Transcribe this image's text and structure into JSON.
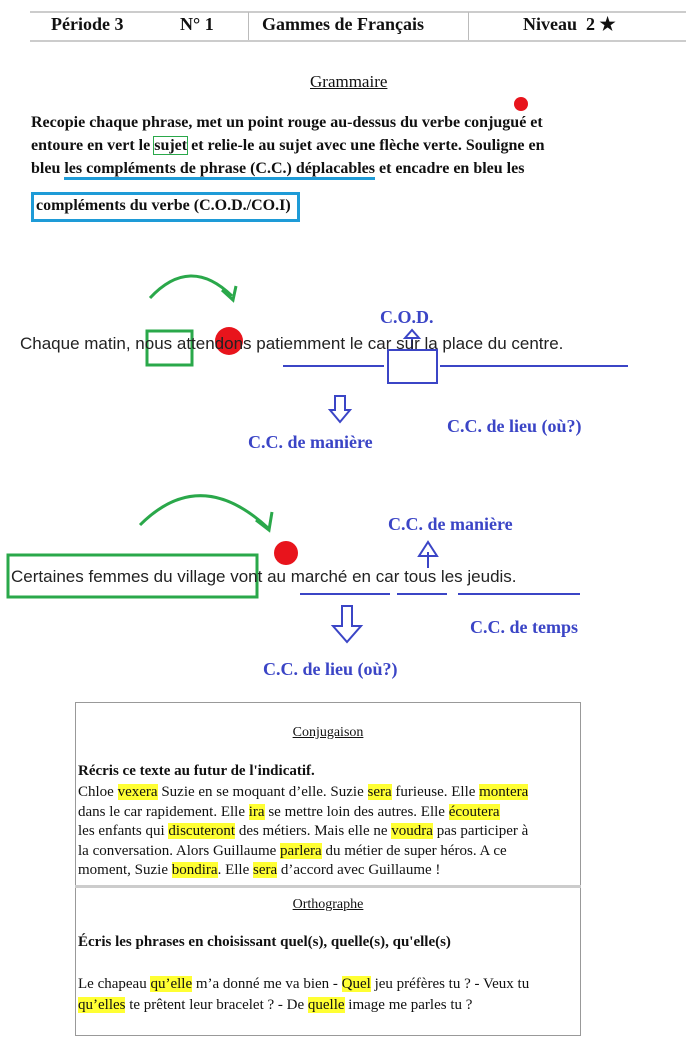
{
  "header": {
    "periode": "Période 3",
    "numero": "N° 1",
    "title": "Gammes de Français",
    "niveau": "Niveau  2 ★"
  },
  "grammaire": {
    "title": "Grammaire",
    "line1": "Recopie chaque phrase, met un point rouge au-dessus du verbe conjugué et",
    "line2_a": "entoure en vert le ",
    "line2_b": "sujet",
    "line2_c": " et relie-le au sujet avec une flèche verte. Souligne en",
    "line3_a": "bleu ",
    "line3_b": "les compléments de phrase (C.C.) déplacables",
    "line3_c": " et encadre en bleu les",
    "line4": "compléments du verbe (C.O.D./CO.I)",
    "sentence1": "Chaque matin, nous attendons patiemment le car sur la place du centre.",
    "s1_labels": {
      "cod": "C.O.D.",
      "maniere": "C.C. de manière",
      "lieu": "C.C. de lieu (où?)"
    },
    "sentence2": "Certaines femmes du village vont au marché en car tous les jeudis.",
    "s2_labels": {
      "maniere": "C.C. de manière",
      "temps": "C.C. de temps",
      "lieu": "C.C. de lieu (où?)"
    }
  },
  "conjugaison": {
    "title": "Conjugaison",
    "heading": "Récris ce texte au futur de l'indicatif.",
    "lines": [
      [
        {
          "t": "Chloe "
        },
        {
          "t": "vexera",
          "h": 1
        },
        {
          "t": " Suzie en se moquant d’elle. Suzie "
        },
        {
          "t": "sera",
          "h": 1
        },
        {
          "t": " furieuse. Elle "
        },
        {
          "t": "montera",
          "h": 1
        }
      ],
      [
        {
          "t": "dans le car rapidement. Elle "
        },
        {
          "t": "ira",
          "h": 1
        },
        {
          "t": " se mettre loin des autres. Elle "
        },
        {
          "t": "écoutera",
          "h": 1
        }
      ],
      [
        {
          "t": "les enfants qui "
        },
        {
          "t": "discuteront",
          "h": 1
        },
        {
          "t": " des métiers. Mais elle ne "
        },
        {
          "t": "voudra",
          "h": 1
        },
        {
          "t": " pas participer à"
        }
      ],
      [
        {
          "t": "la conversation. Alors Guillaume "
        },
        {
          "t": "parlera",
          "h": 1
        },
        {
          "t": " du métier de super héros. A ce"
        }
      ],
      [
        {
          "t": "moment, Suzie "
        },
        {
          "t": "bondira",
          "h": 1
        },
        {
          "t": ". Elle "
        },
        {
          "t": "sera",
          "h": 1
        },
        {
          "t": " d’accord avec Guillaume !"
        }
      ]
    ]
  },
  "orthographe": {
    "title": "Orthographe",
    "heading": "Écris les phrases en choisissant quel(s), quelle(s), qu'elle(s)",
    "lines": [
      [
        {
          "t": "Le chapeau "
        },
        {
          "t": "qu’elle",
          "h": 1
        },
        {
          "t": " m’a donné me va bien - "
        },
        {
          "t": "Quel",
          "h": 1
        },
        {
          "t": " jeu préfères tu ? - Veux tu"
        }
      ],
      [
        {
          "t": "qu’elles",
          "h": 1
        },
        {
          "t": " te prêtent leur bracelet ? - De "
        },
        {
          "t": "quelle",
          "h": 1
        },
        {
          "t": " image me parles tu ?"
        }
      ]
    ]
  },
  "colors": {
    "red": "#e8141c",
    "green": "#2aa84a",
    "blue": "#3b45c6",
    "cyan": "#1e9bd7",
    "highlight": "#ffff33"
  }
}
